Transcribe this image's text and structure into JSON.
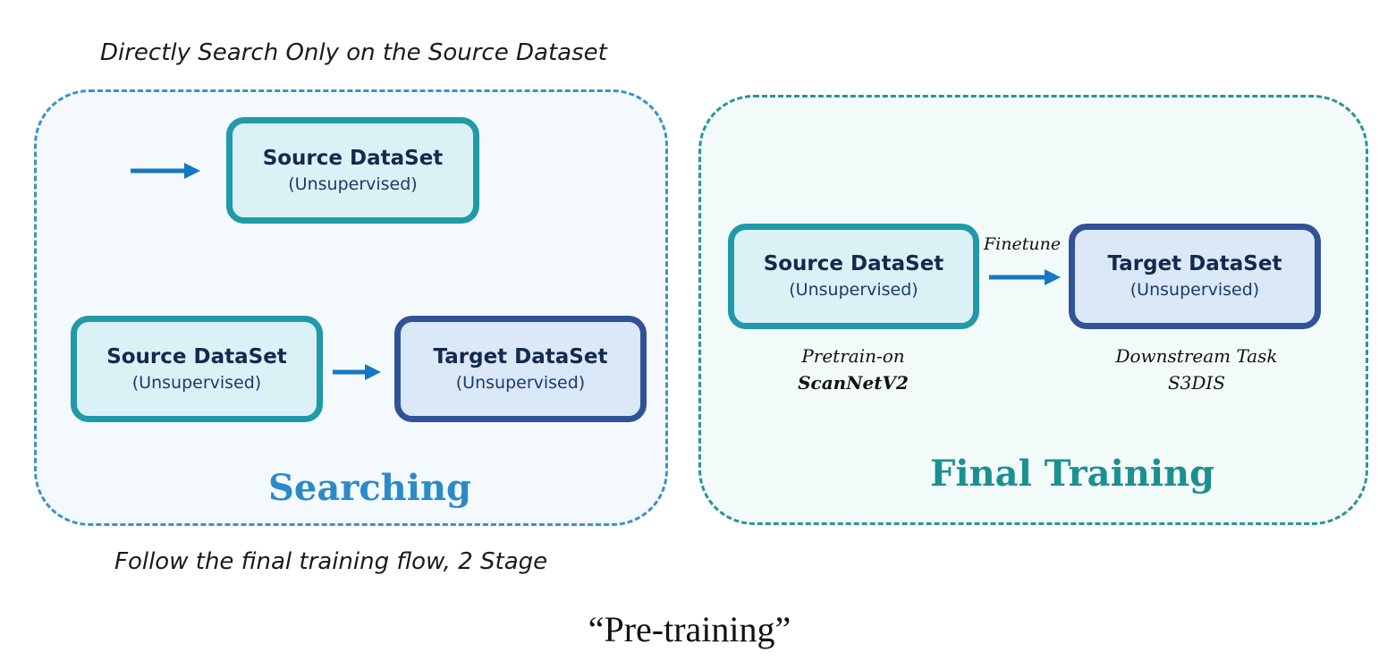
{
  "captions": {
    "top": "Directly Search Only on the Source Dataset",
    "bottom": "Follow the final training flow, 2 Stage",
    "main": "“Pre-training”"
  },
  "searching": {
    "title": "Searching",
    "top_source": {
      "title": "Source DataSet",
      "sub": "(Unsupervised)"
    },
    "bottom_source": {
      "title": "Source DataSet",
      "sub": "(Unsupervised)"
    },
    "bottom_target": {
      "title": "Target DataSet",
      "sub": "(Unsupervised)"
    }
  },
  "final_training": {
    "title": "Final Training",
    "source": {
      "title": "Source DataSet",
      "sub": "(Unsupervised)"
    },
    "target": {
      "title": "Target DataSet",
      "sub": "(Unsupervised)"
    },
    "edge_label": "Finetune",
    "source_note": {
      "line1": "Pretrain-on",
      "line2": "ScanNetV2"
    },
    "target_note": {
      "line1": "Downstream Task",
      "line2": "S3DIS"
    }
  },
  "colors": {
    "arrow": "#1677c3",
    "source_border": "#1f9aa6",
    "target_border": "#325297",
    "searching_accent": "#2b8ac8",
    "final_accent": "#1c8f91"
  }
}
